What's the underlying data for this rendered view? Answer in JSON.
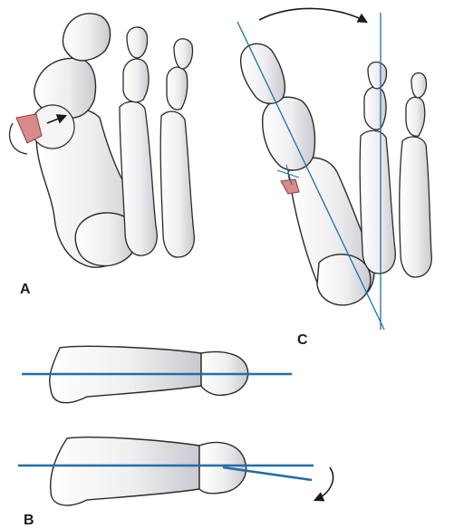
{
  "figure": {
    "labels": {
      "a": "A",
      "b": "B",
      "c": "C"
    },
    "colors": {
      "bone_fill": "#eeeef0",
      "bone_shadow": "#c9c9cf",
      "outline": "#2a2a2a",
      "axis_line": "#1e6fa8",
      "osteotomy_wedge": "#d98b8b",
      "arrow": "#1a1a1a"
    }
  }
}
